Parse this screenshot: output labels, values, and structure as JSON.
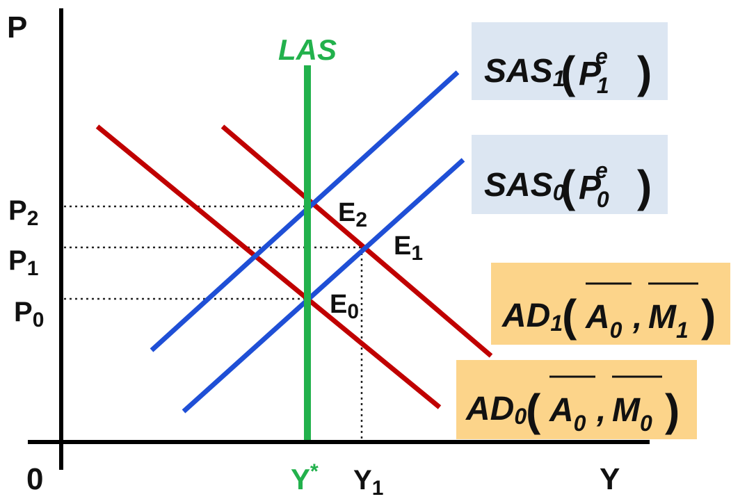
{
  "axes": {
    "y_label": "P",
    "x_label": "Y",
    "origin_label": "0"
  },
  "price_levels": [
    {
      "base": "P",
      "sub": "2"
    },
    {
      "base": "P",
      "sub": "1"
    },
    {
      "base": "P",
      "sub": "0"
    }
  ],
  "output_levels": {
    "ystar": {
      "base": "Y",
      "sup": "*"
    },
    "y1": {
      "base": "Y",
      "sub": "1"
    }
  },
  "points": [
    {
      "base": "E",
      "sub": "2"
    },
    {
      "base": "E",
      "sub": "1"
    },
    {
      "base": "E",
      "sub": "0"
    }
  ],
  "las_label": "LAS",
  "curves": {
    "sas1": {
      "name": "SAS",
      "index": "1",
      "arg_base": "P",
      "arg_sup": "e",
      "arg_sub": "1"
    },
    "sas0": {
      "name": "SAS",
      "index": "0",
      "arg_base": "P",
      "arg_sup": "e",
      "arg_sub": "0"
    },
    "ad1": {
      "name": "AD",
      "index": "1",
      "arg1_base": "A",
      "arg1_sub": "0",
      "arg2_base": "M",
      "arg2_sub": "1"
    },
    "ad0": {
      "name": "AD",
      "index": "0",
      "arg1_base": "A",
      "arg1_sub": "0",
      "arg2_base": "M",
      "arg2_sub": "0"
    }
  },
  "colors": {
    "sas": "#1f4fd6",
    "ad": "#c00000",
    "las": "#22b14c",
    "sas_box": "#dce6f2",
    "ad_box": "#fcd48a"
  }
}
